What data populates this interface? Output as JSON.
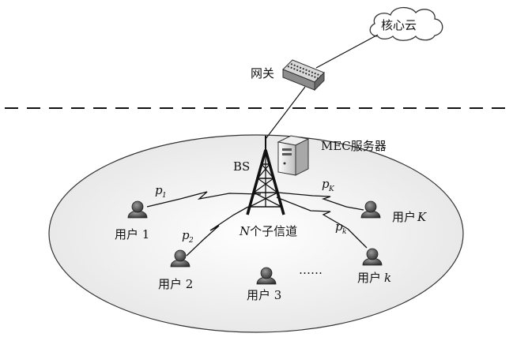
{
  "nodes": {
    "core_cloud": "核心云",
    "gateway": "网关",
    "base_station": "BS",
    "mec_server": "MEC服务器",
    "subchannels": {
      "n": "N",
      "text": "个子信道"
    },
    "ellipsis": "……"
  },
  "users": [
    {
      "label": "用户 1",
      "link": "p",
      "link_sub": "1"
    },
    {
      "label": "用户 2",
      "link": "p",
      "link_sub": "2"
    },
    {
      "label": "用户 3"
    },
    {
      "label": "用户",
      "label_var": "k",
      "link": "p",
      "link_sub": "k"
    },
    {
      "label": "用户",
      "label_var": "K",
      "link": "p",
      "link_sub": "K"
    }
  ]
}
